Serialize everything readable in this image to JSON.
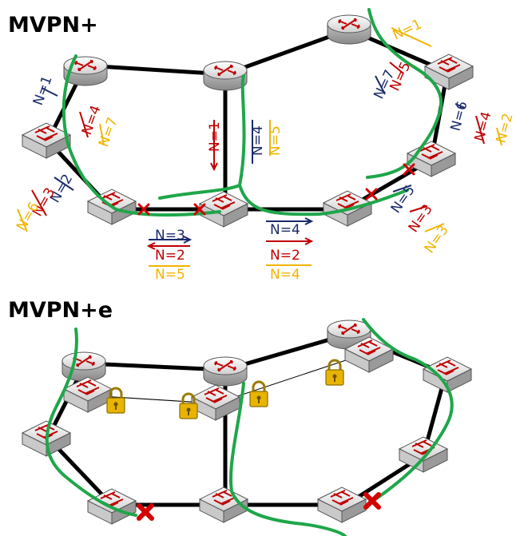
{
  "panels": {
    "top": {
      "title": "MVPN+"
    },
    "bottom": {
      "title": "MVPN+e"
    }
  },
  "labels": {
    "l_n1_left": "N=1",
    "l_n4_left": "N=4",
    "l_n7_left": "N=7",
    "l_n1_mid": "N=1",
    "l_n4_mid": "N=4",
    "l_n5_mid": "N=5",
    "l_n1_topright": "N=1",
    "l_n5_topright": "N=5",
    "l_n7_topright": "N=7",
    "l_n6_right": "N=6",
    "l_n4_right": "N=4",
    "l_n2_right": "N=2",
    "l_n2_lowleft": "N=2",
    "l_n3_lowleft": "N=3",
    "l_n6_lowleft": "N=6",
    "l_n3_bot1": "N=3",
    "l_n2_bot1": "N=2",
    "l_n5_bot1": "N=5",
    "l_n4_bot2": "N=4",
    "l_n2_bot2": "N=2",
    "l_n4_bot2b": "N=4",
    "l_n5_lowright": "N=5",
    "l_n3_lowright": "N=3",
    "l_n3b_lowright": "N=3"
  },
  "colors": {
    "blue": "#1a2b6b",
    "red": "#c00000",
    "gold": "#f0b400",
    "path_green": "#1fa64a",
    "link_black": "#000000",
    "lock_gold": "#e8b400"
  },
  "icons": [
    "router-icon",
    "switch-icon",
    "padlock-icon",
    "broken-link-x-icon"
  ]
}
